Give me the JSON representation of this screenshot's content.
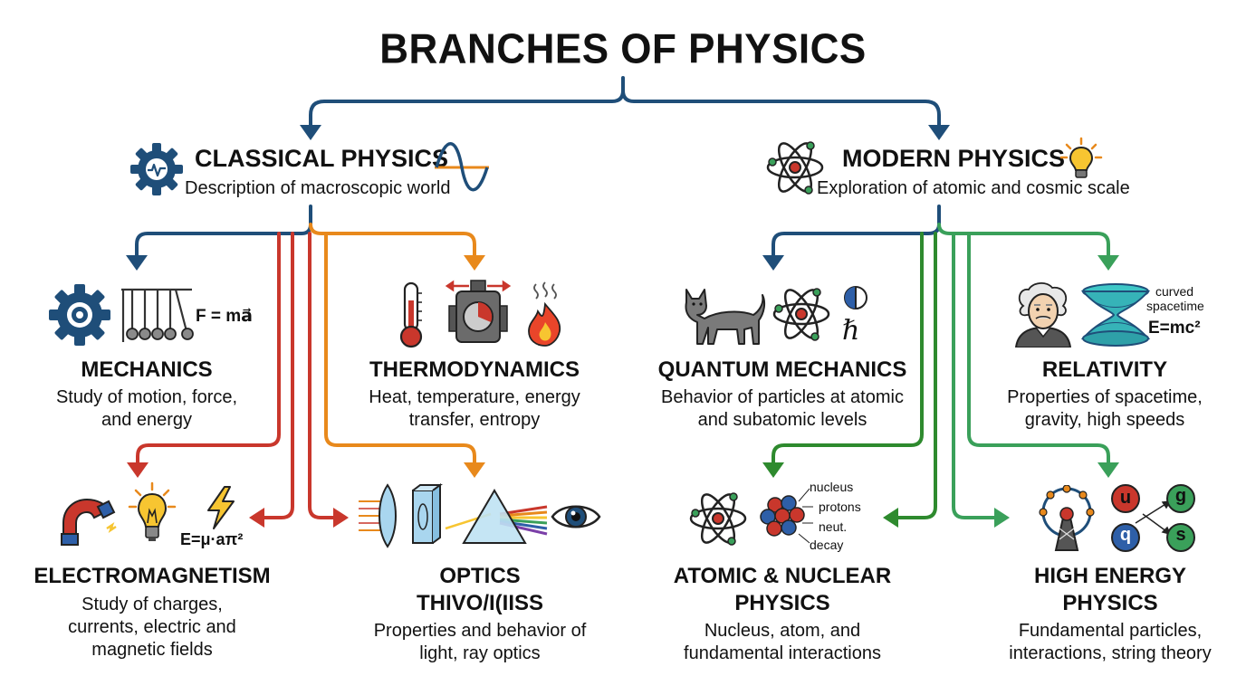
{
  "title": "BRANCHES OF PHYSICS",
  "categories": {
    "classical": {
      "title": "CLASSICAL PHYSICS",
      "desc": "Description of macroscopic world",
      "color": "#1f4e79"
    },
    "modern": {
      "title": "MODERN PHYSICS",
      "desc": "Exploration of atomic and cosmic scale",
      "color": "#1f4e79"
    }
  },
  "branches": {
    "mechanics": {
      "title": "MECHANICS",
      "desc1": "Study of motion, force,",
      "desc2": "and energy",
      "formula": "F = ma⃗"
    },
    "thermo": {
      "title": "THERMODYNAMICS",
      "desc1": "Heat, temperature, energy",
      "desc2": "transfer, entropy"
    },
    "em": {
      "title": "ELECTROMAGNETISM",
      "desc1": "Study of charges,",
      "desc2": "currents, electric and",
      "desc3": "magnetic fields",
      "formula": "E=μ·aπ²"
    },
    "optics": {
      "title1": "OPTICS",
      "title2": "THIVO/I(IISS",
      "desc1": "Properties and behavior of",
      "desc2": "light, ray optics"
    },
    "quantum": {
      "title": "QUANTUM MECHANICS",
      "desc1": "Behavior of particles at atomic",
      "desc2": "and subatomic levels",
      "hbar": "ℏ"
    },
    "relativity": {
      "title": "RELATIVITY",
      "desc1": "Properties of spacetime,",
      "desc2": "gravity, high speeds",
      "note1": "curved",
      "note2": "spacetime",
      "formula": "E=mc²"
    },
    "atomic": {
      "title1": "ATOMIC & NUCLEAR",
      "title2": "PHYSICS",
      "desc1": "Nucleus, atom, and",
      "desc2": "fundamental interactions",
      "labels": [
        "nucleus",
        "protons",
        "neut.",
        "decay"
      ]
    },
    "hep": {
      "title1": "HIGH ENERGY",
      "title2": "PHYSICS",
      "desc1": "Fundamental particles,",
      "desc2": "interactions, string theory",
      "quarks": [
        "u",
        "g",
        "q",
        "s"
      ]
    }
  },
  "colors": {
    "navy": "#1f4e79",
    "orange": "#e8891c",
    "red": "#c9372c",
    "darkgreen": "#2e8a2e",
    "green": "#3aa05a"
  }
}
